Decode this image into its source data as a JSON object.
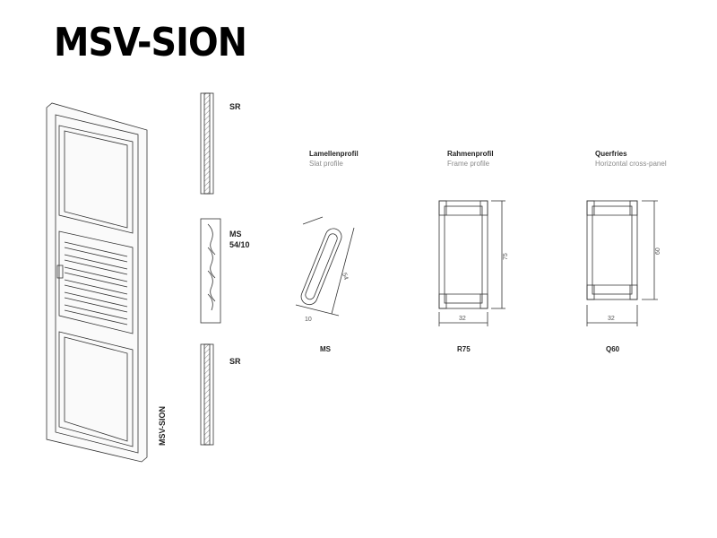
{
  "title": "MSV-SION",
  "door": {
    "vertical_label": "MSV-SION"
  },
  "sections": [
    {
      "code": "SR"
    },
    {
      "code": "MS",
      "size": "54/10"
    },
    {
      "code": "SR"
    }
  ],
  "profiles": [
    {
      "heading": "Lamellenprofil",
      "subheading": "Slat profile",
      "code": "MS",
      "dims": [
        "54",
        "10"
      ]
    },
    {
      "heading": "Rahmenprofil",
      "subheading": "Frame profile",
      "code": "R75",
      "dims": [
        "75",
        "32"
      ]
    },
    {
      "heading": "Querfries",
      "subheading": "Horizontal cross-panel",
      "code": "Q60",
      "dims": [
        "60",
        "32"
      ]
    }
  ],
  "colors": {
    "line": "#333333",
    "hatch": "#555555",
    "subtext": "#8a8a8a"
  }
}
